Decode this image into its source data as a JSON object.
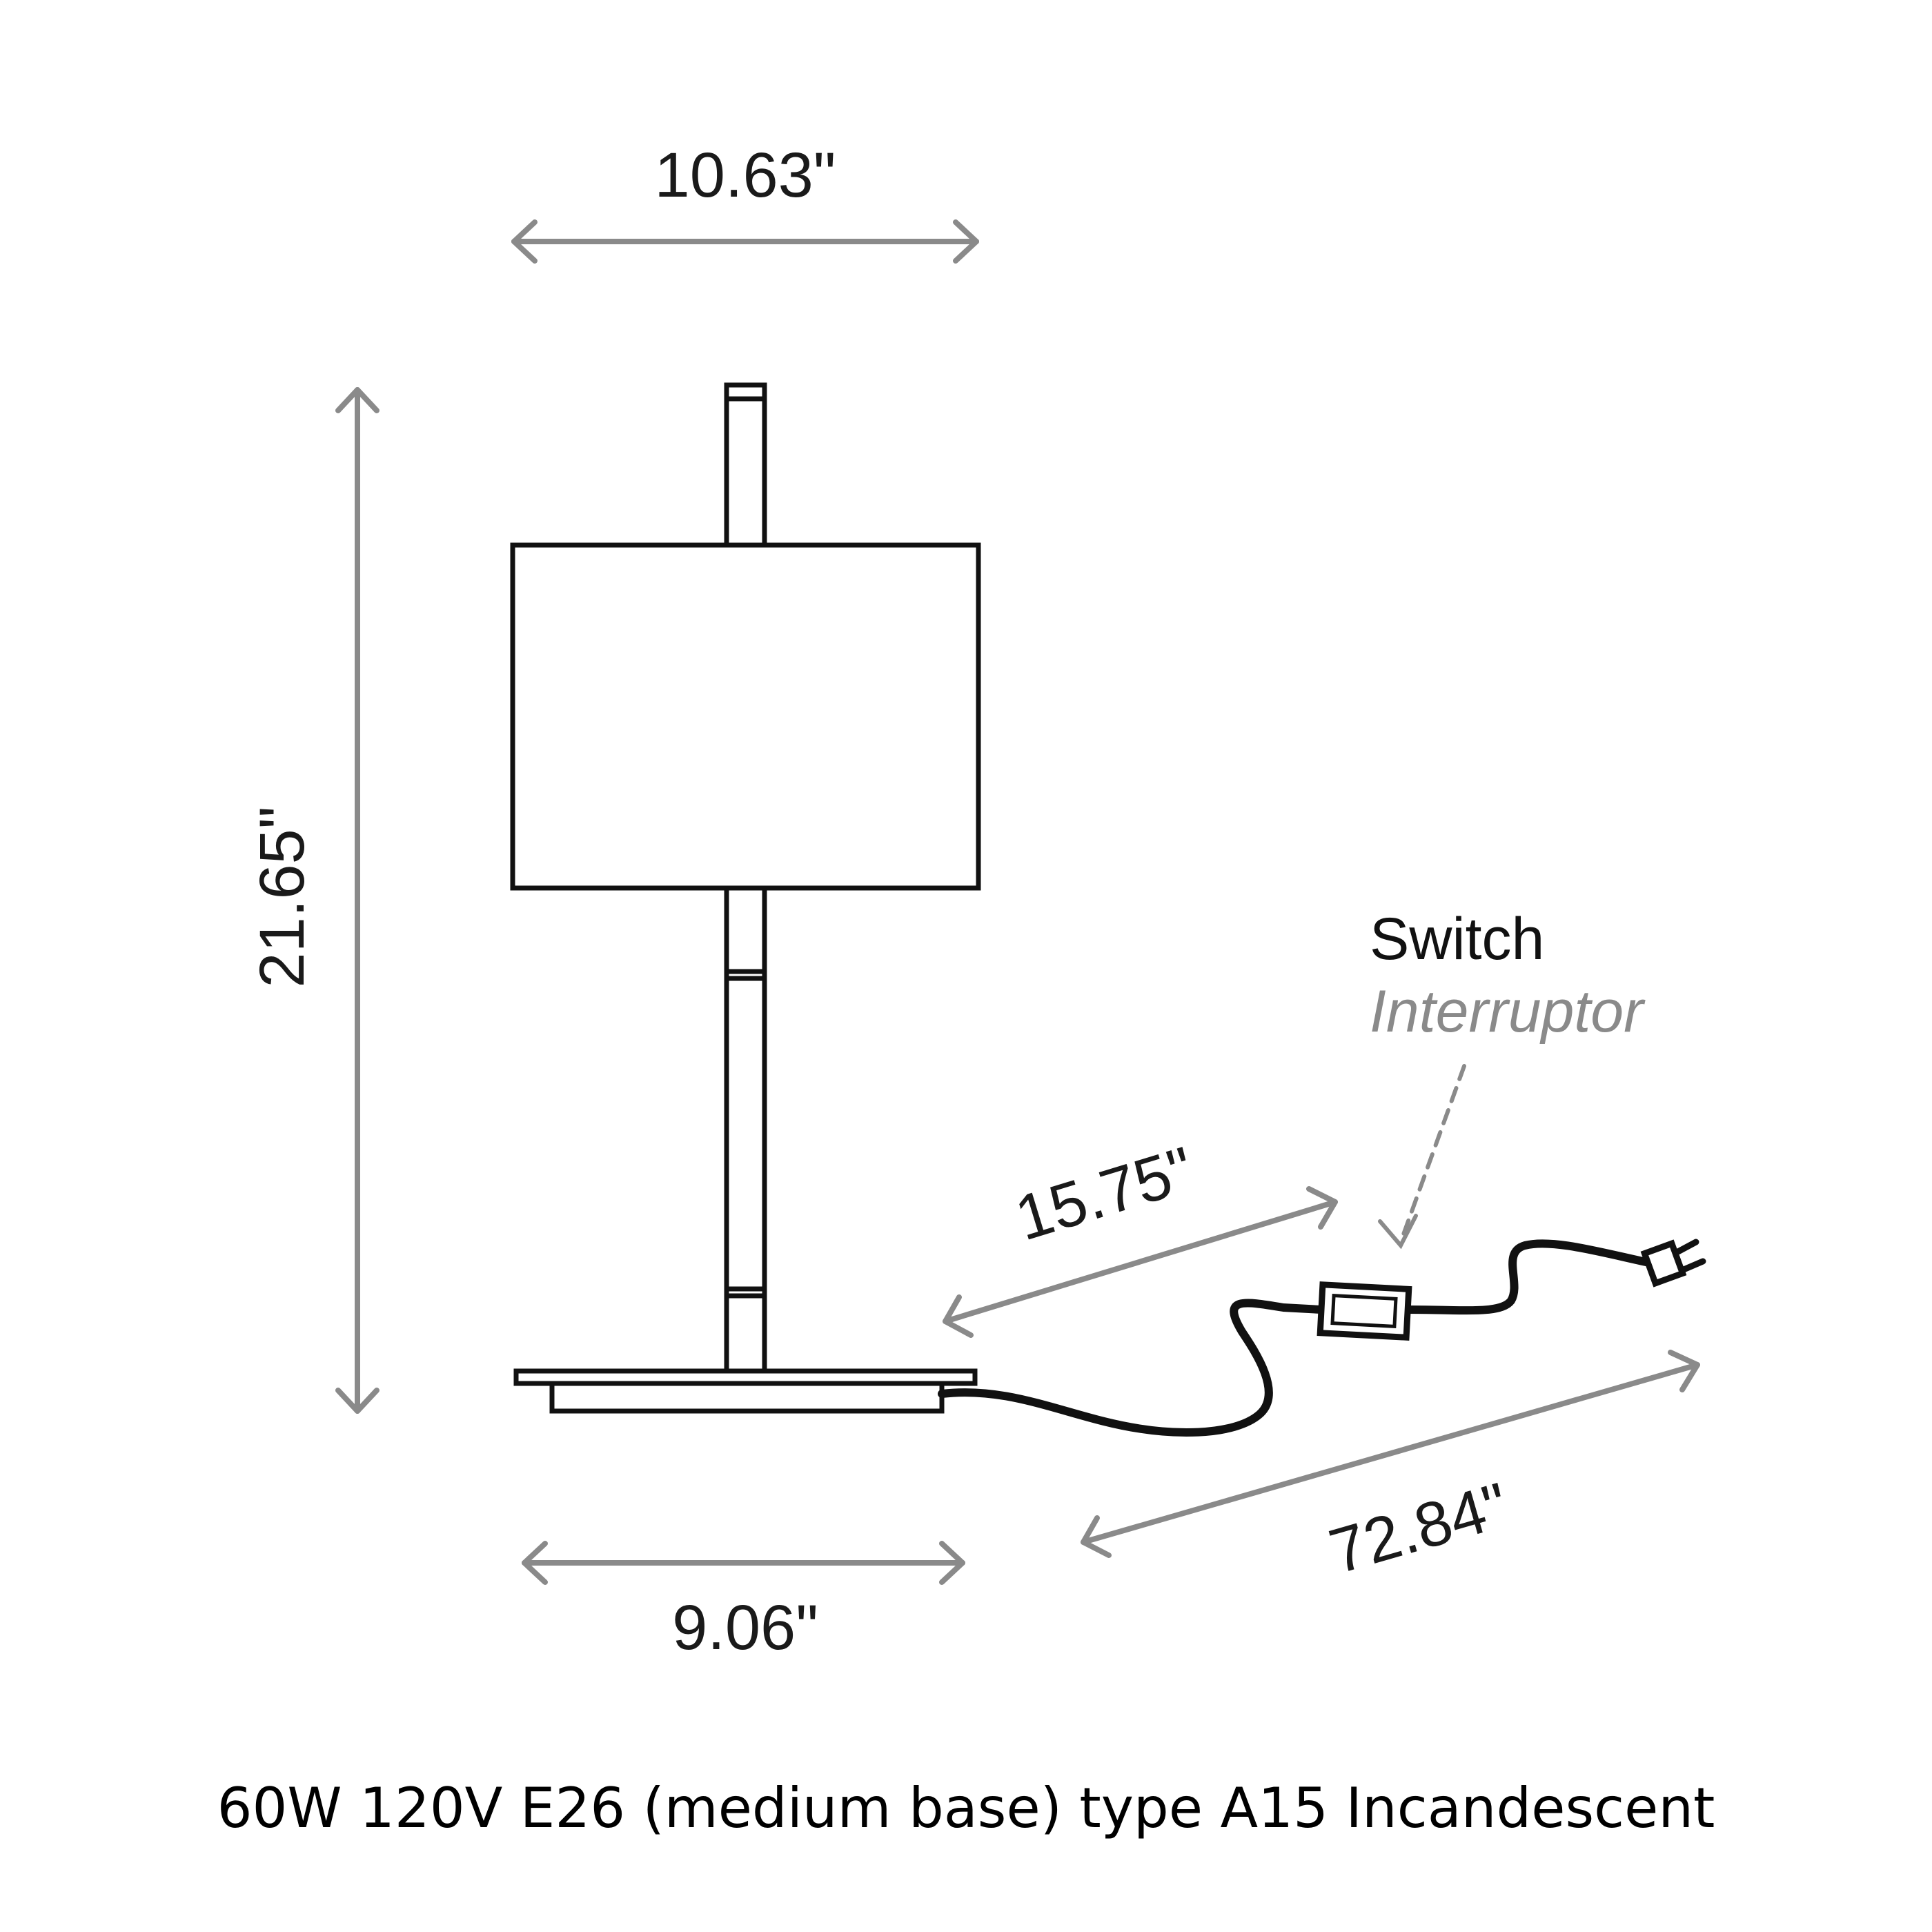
{
  "dimensions": {
    "shade_width": "10.63\"",
    "overall_height": "21.65\"",
    "base_width": "9.06\"",
    "cord_to_switch": "15.75\"",
    "cord_total": "72.84\""
  },
  "switch_label": {
    "primary": "Switch",
    "secondary": "Interruptor"
  },
  "caption": "60W 120V E26 (medium base) type A15 Incandescent",
  "colors": {
    "outline": "#111111",
    "dimension_arrow": "#8a8a8a",
    "secondary_text": "#8a8a8a"
  }
}
